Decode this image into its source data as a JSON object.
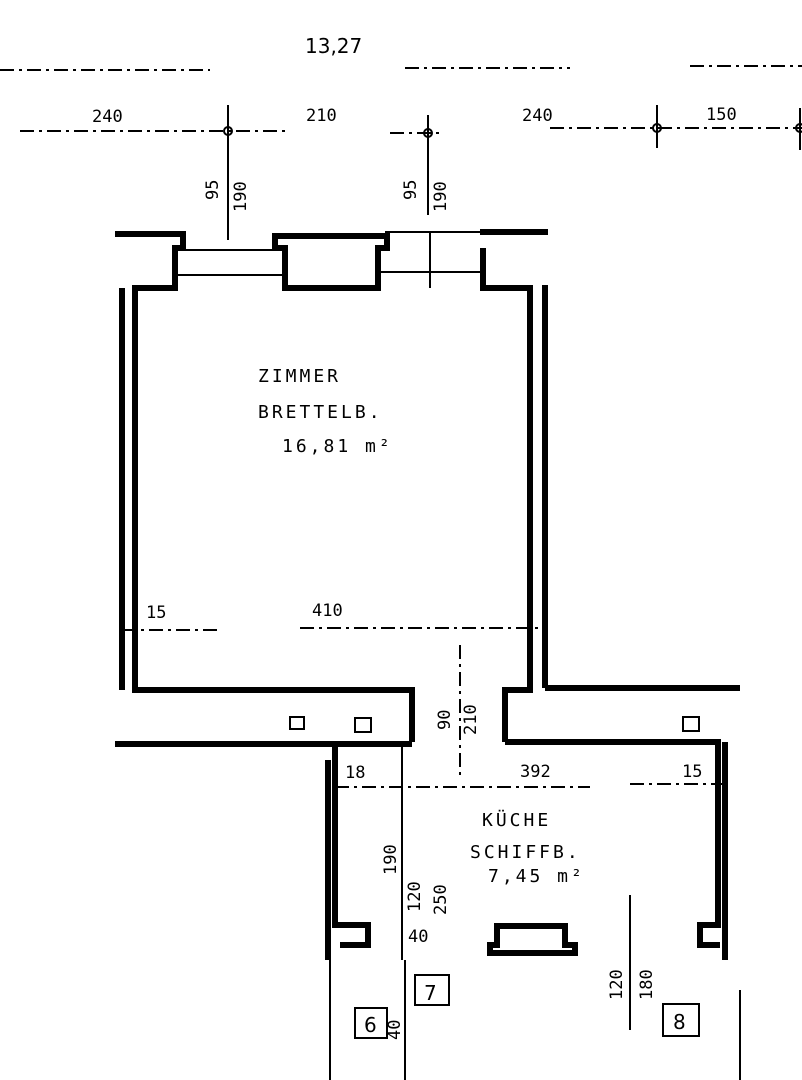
{
  "overall_dimension": "13,27",
  "top_dimensions": [
    "240",
    "210",
    "240",
    "150"
  ],
  "window_dimensions": [
    {
      "sill": "95",
      "height": "190"
    },
    {
      "sill": "95",
      "height": "190"
    }
  ],
  "rooms": [
    {
      "name": "ZIMMER",
      "floor": "BRETTELB.",
      "area": "16,81 m²",
      "dims": {
        "wall": "15",
        "width": "410"
      }
    },
    {
      "name": "KÜCHE",
      "floor": "SCHIFFB.",
      "area": "7,45 m²",
      "dims": {
        "wall_left": "18",
        "width": "392",
        "wall_right": "15",
        "sill": "190",
        "window_a": "120",
        "window_b": "250",
        "small": "40"
      }
    }
  ],
  "door": {
    "width": "90",
    "height": "210"
  },
  "lower_dims": {
    "a": "120",
    "b": "180",
    "c": "40"
  },
  "markers": [
    "7",
    "6",
    "8"
  ]
}
